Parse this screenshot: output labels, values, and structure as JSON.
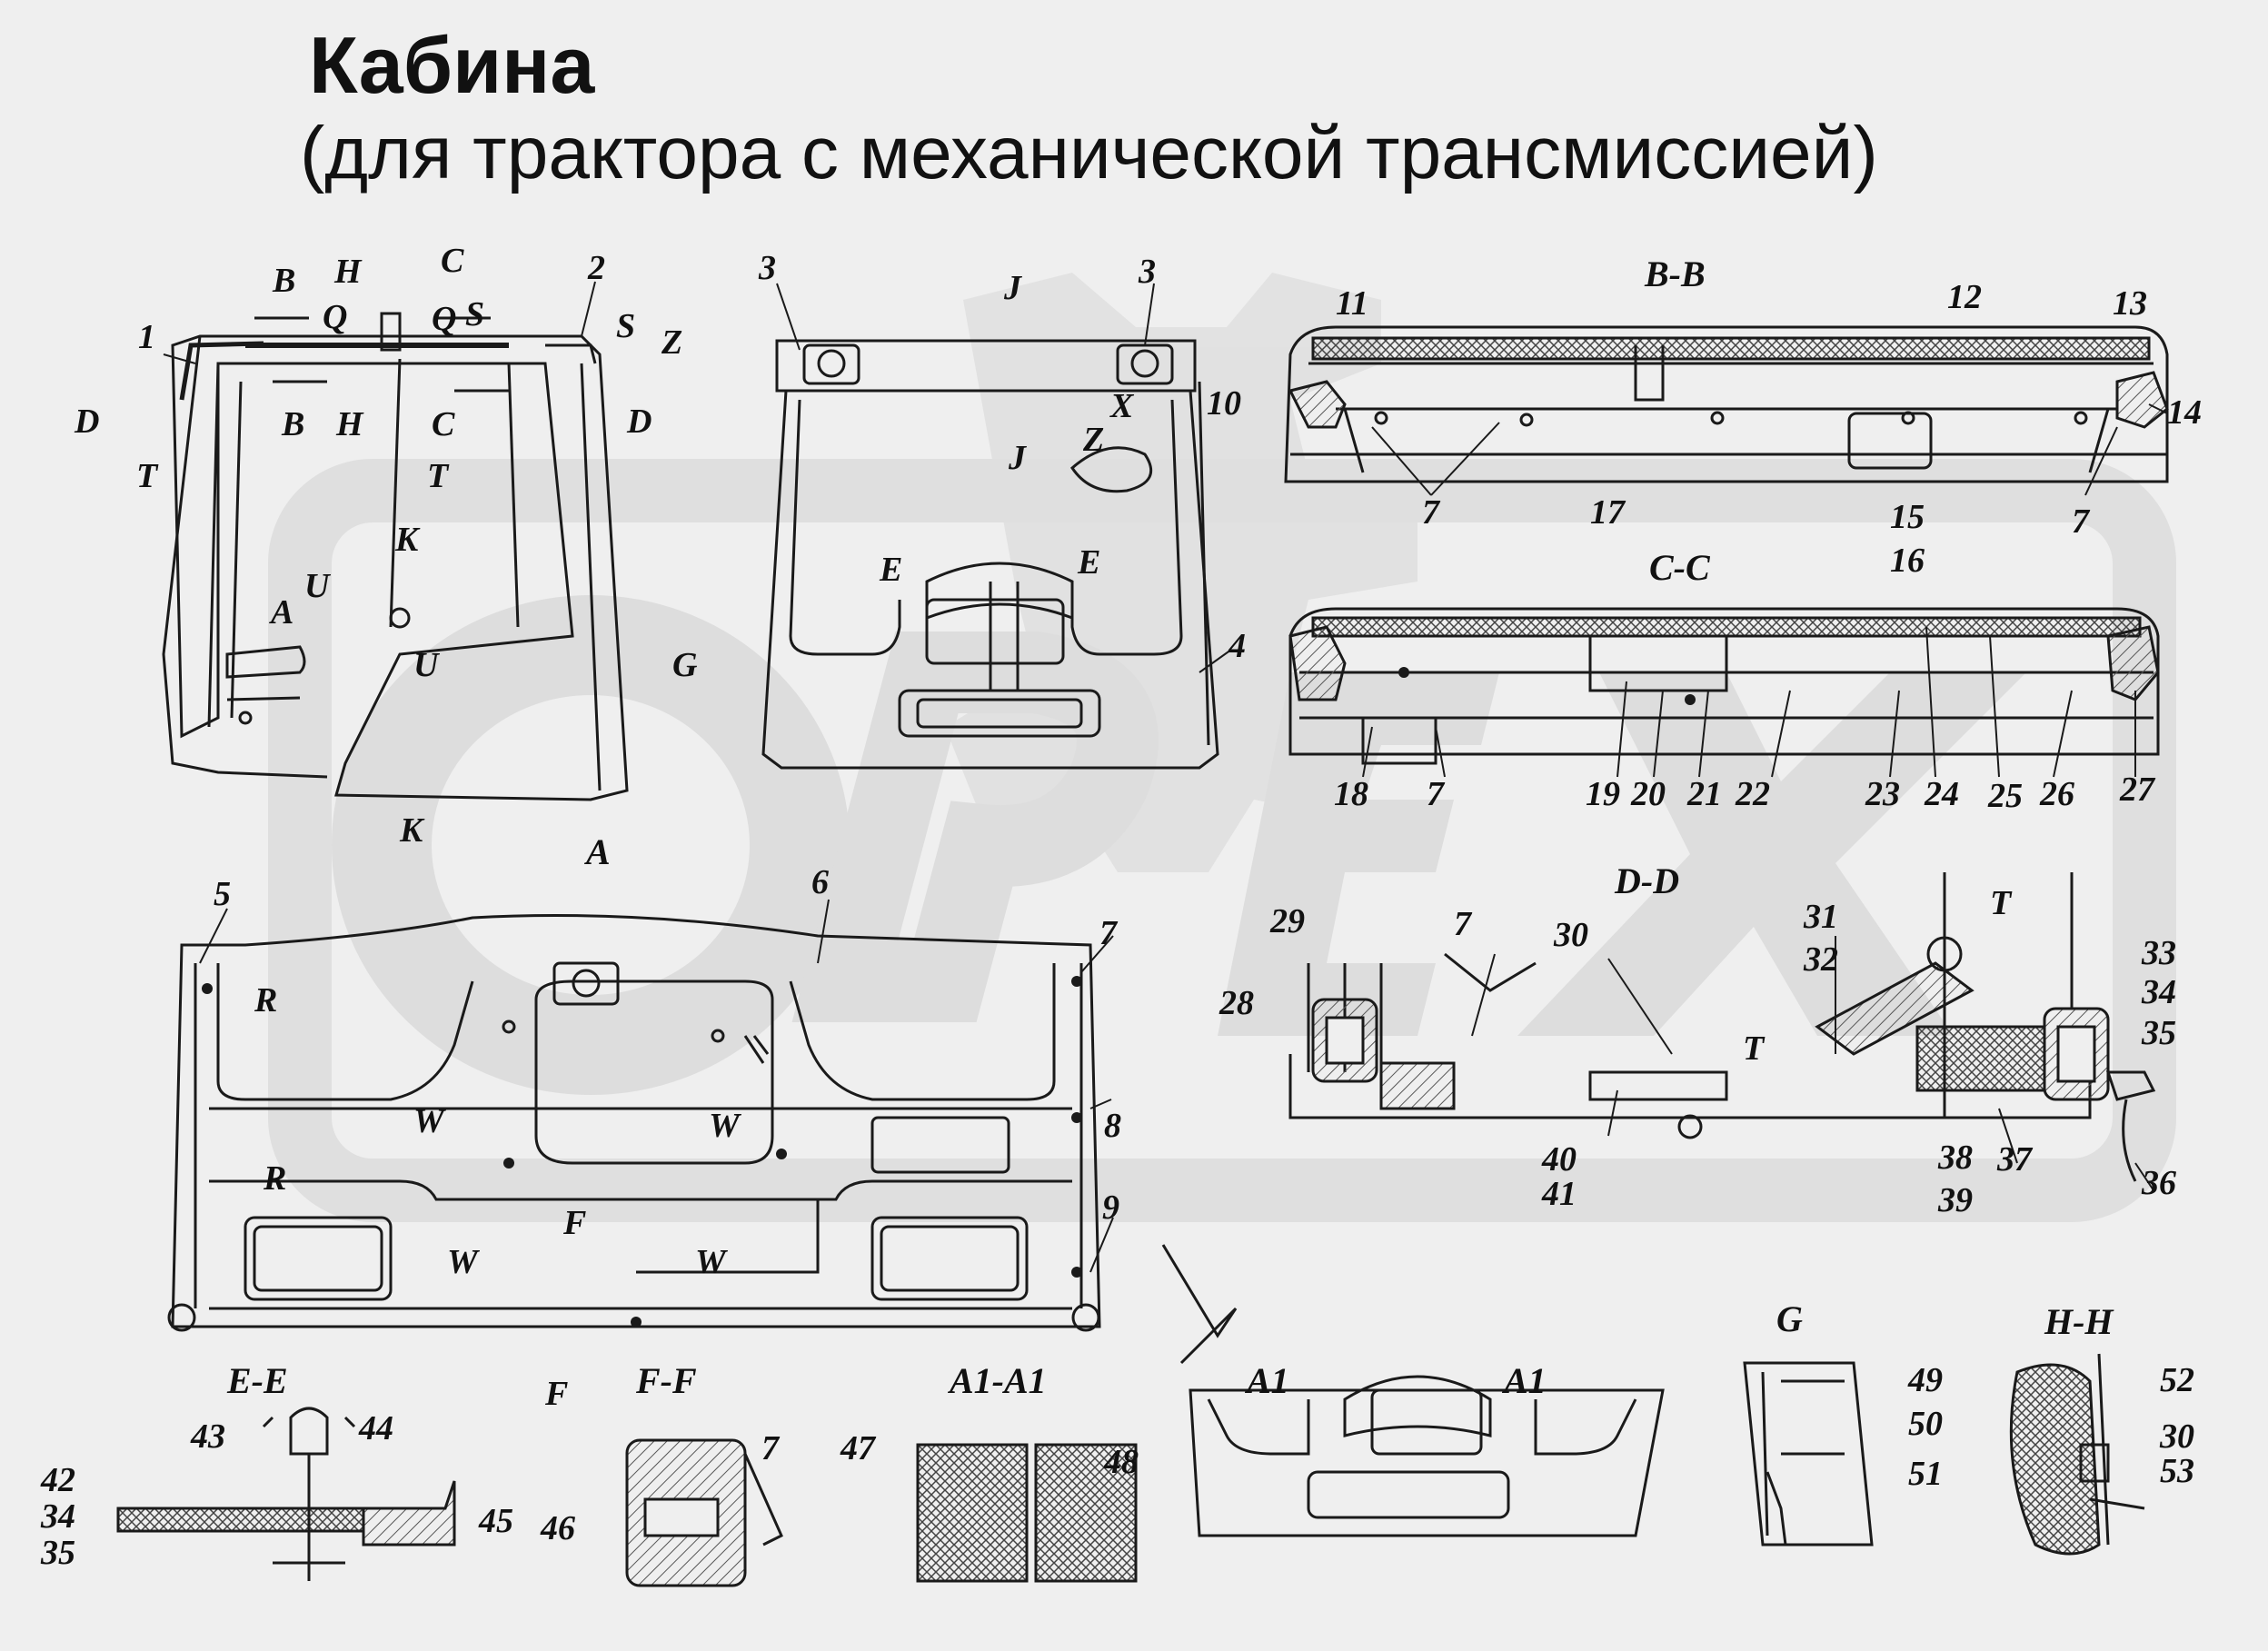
{
  "title": "Кабина",
  "subtitle": "(для трактора с механической трансмиссией)",
  "watermark": "OPEX",
  "colors": {
    "background": "#efefef",
    "ink": "#111111",
    "watermark": "#d4d4d4",
    "hatch": "#555555"
  },
  "section_labels": [
    "B-B",
    "C-C",
    "D-D",
    "E-E",
    "F-F",
    "A1-A1",
    "G",
    "H-H",
    "A1",
    "A1",
    "A"
  ],
  "view_labels": [
    "B",
    "H",
    "C",
    "Q",
    "Q",
    "S",
    "S",
    "Z",
    "D",
    "D",
    "T",
    "T",
    "B",
    "H",
    "C",
    "K",
    "K",
    "U",
    "U",
    "A",
    "G",
    "J",
    "J",
    "X",
    "Z",
    "E",
    "E",
    "R",
    "R",
    "W",
    "W",
    "W",
    "W",
    "F",
    "F",
    "T",
    "T"
  ],
  "part_numbers": [
    "1",
    "2",
    "3",
    "3",
    "4",
    "5",
    "6",
    "7",
    "8",
    "9",
    "10",
    "11",
    "12",
    "13",
    "14",
    "7",
    "7",
    "15",
    "16",
    "17",
    "18",
    "7",
    "19",
    "20",
    "21",
    "22",
    "23",
    "24",
    "25",
    "26",
    "27",
    "28",
    "29",
    "7",
    "30",
    "31",
    "32",
    "33",
    "34",
    "35",
    "36",
    "37",
    "38",
    "39",
    "40",
    "41",
    "42",
    "34",
    "35",
    "43",
    "44",
    "45",
    "46",
    "7",
    "47",
    "48",
    "49",
    "50",
    "51",
    "52",
    "30",
    "53"
  ]
}
